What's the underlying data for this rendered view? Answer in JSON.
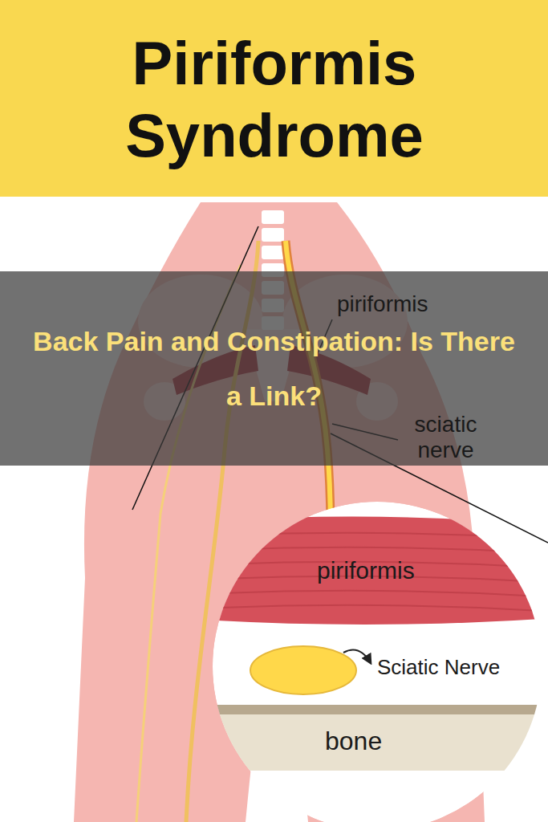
{
  "diagram": {
    "title": "Piriformis Syndrome",
    "caption": "Back Pain and Constipation: Is There a Link?",
    "labels": [
      "piriformis",
      "sciatic nerve",
      "piriformis",
      "Sciatic Nerve",
      "bone"
    ]
  }
}
